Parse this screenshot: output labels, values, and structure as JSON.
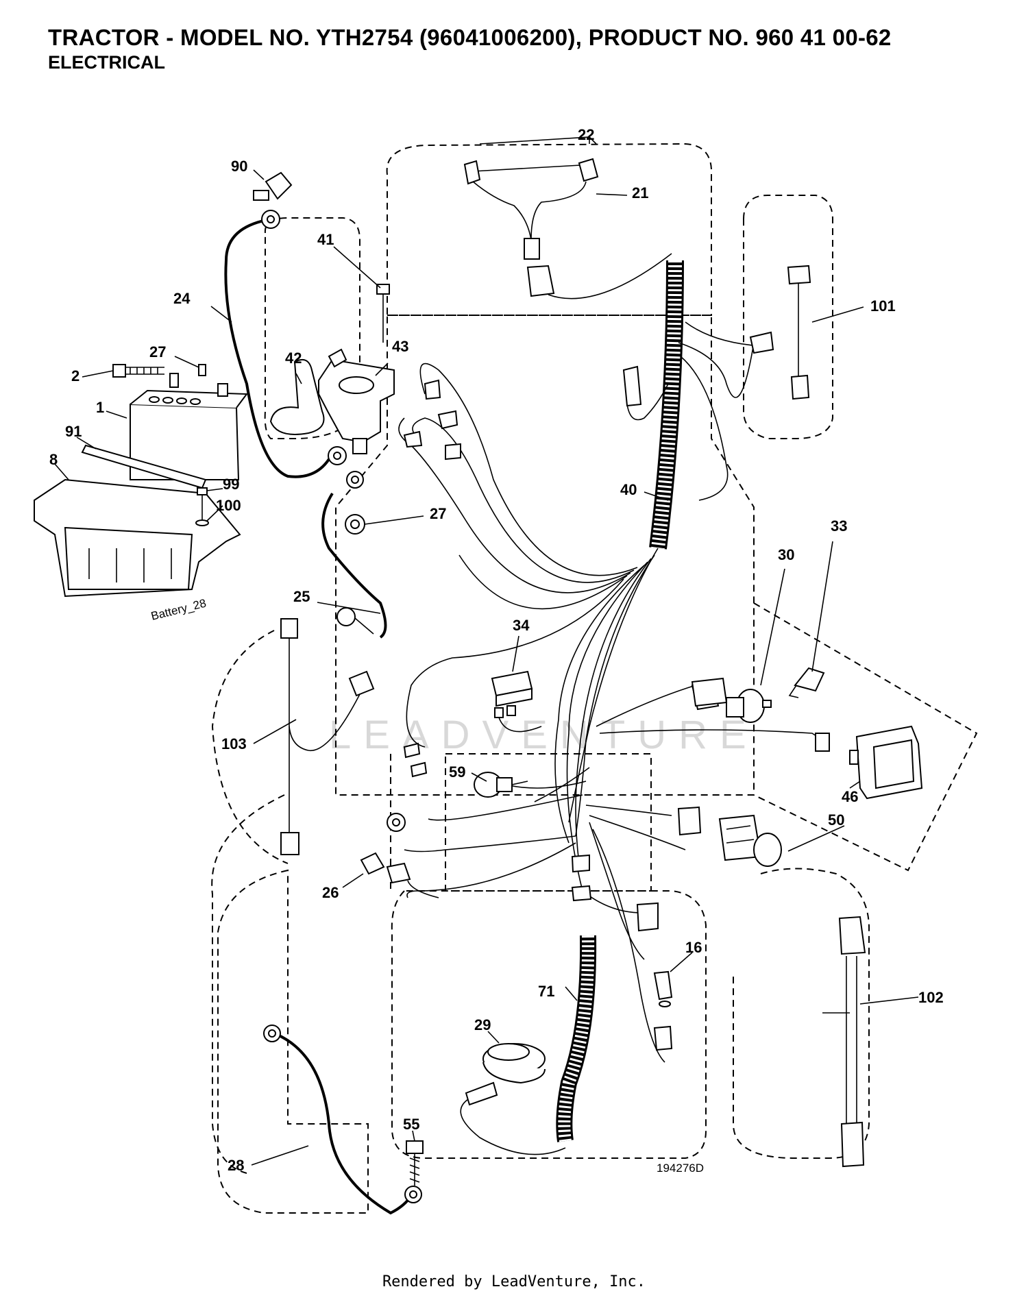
{
  "header": {
    "title": "TRACTOR - MODEL NO. YTH2754 (96041006200), PRODUCT NO. 960 41 00-62",
    "subtitle": "ELECTRICAL"
  },
  "diagram": {
    "drawing_number": "194276D",
    "battery_note": "Battery_28",
    "watermark": "LEADVENTURE",
    "callouts": [
      "90",
      "24",
      "41",
      "43",
      "42",
      "27",
      "2",
      "1",
      "91",
      "8",
      "99",
      "100",
      "27",
      "25",
      "22",
      "21",
      "101",
      "40",
      "30",
      "33",
      "34",
      "103",
      "59",
      "46",
      "50",
      "26",
      "16",
      "71",
      "29",
      "102",
      "55",
      "28"
    ]
  },
  "footer": {
    "text": "Rendered by LeadVenture, Inc."
  }
}
